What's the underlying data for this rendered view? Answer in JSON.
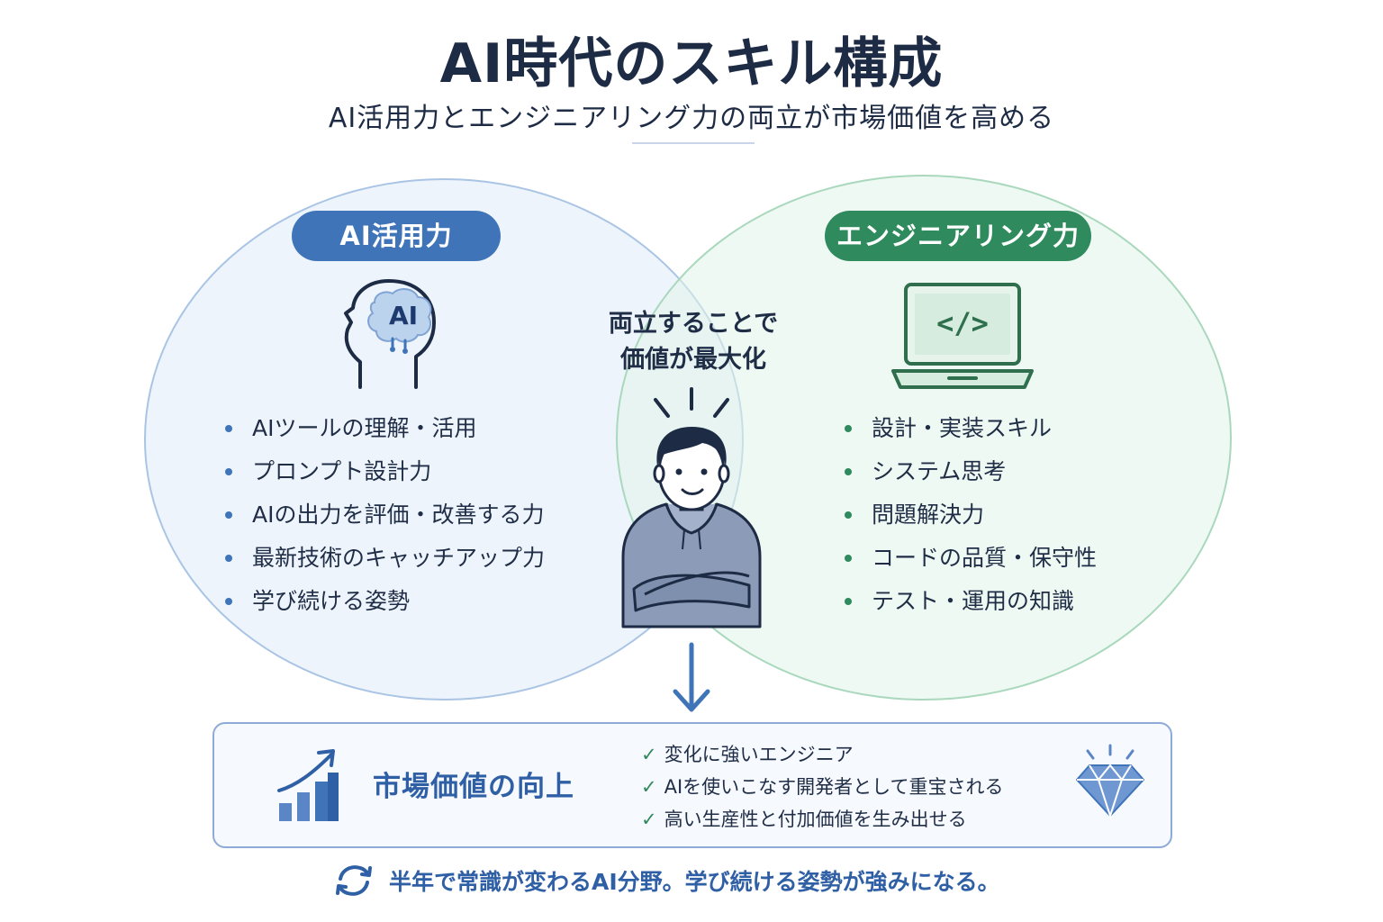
{
  "title": "AI時代のスキル構成",
  "subtitle": "AI活用力とエンジニアリング力の両立が市場価値を高める",
  "left": {
    "label": "AI活用力",
    "icon_text": "AI",
    "items": [
      "AIツールの理解・活用",
      "プロンプト設計力",
      "AIの出力を評価・改善する力",
      "最新技術のキャッチアップ力",
      "学び続ける姿勢"
    ]
  },
  "right": {
    "label": "エンジニアリング力",
    "icon_text": "</>",
    "items": [
      "設計・実装スキル",
      "システム思考",
      "問題解決力",
      "コードの品質・保守性",
      "テスト・運用の知識"
    ]
  },
  "center": {
    "line1": "両立することで",
    "line2": "価値が最大化"
  },
  "result": {
    "title": "市場価値の向上",
    "items": [
      "変化に強いエンジニア",
      "AIを使いこなす開発者として重宝される",
      "高い生産性と付加価値を生み出せる"
    ]
  },
  "footer": "半年で常識が変わるAI分野。学び続ける姿勢が強みになる。",
  "colors": {
    "blue": "#3f74b9",
    "green": "#2f8a5d",
    "navy": "#1d2b45"
  }
}
